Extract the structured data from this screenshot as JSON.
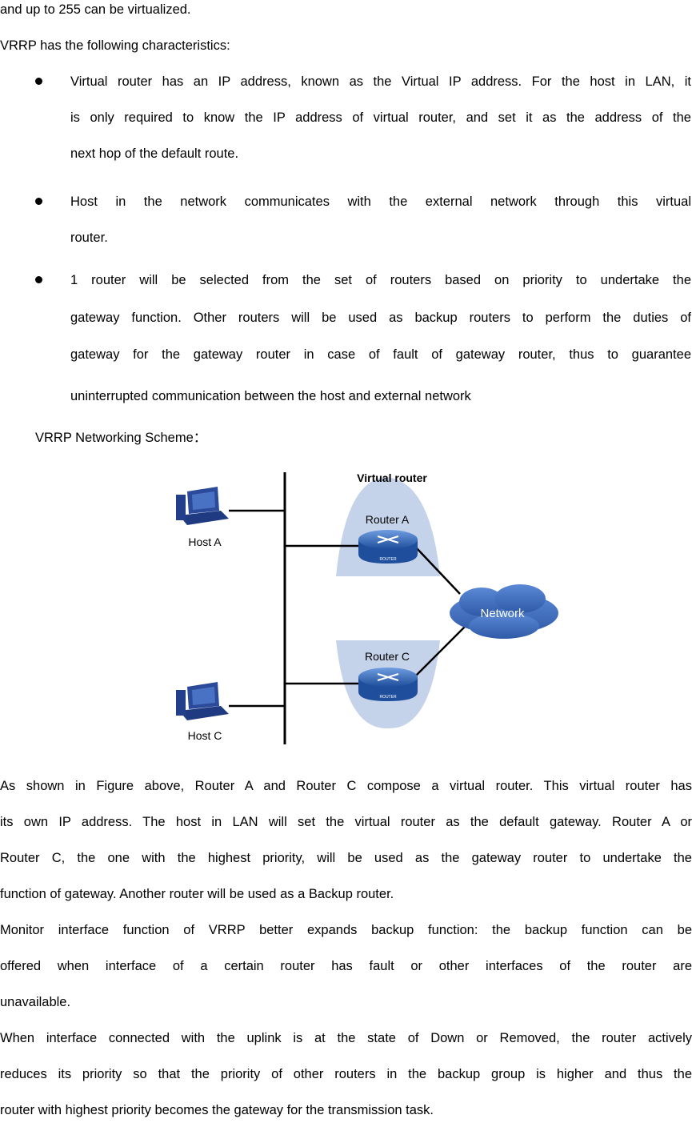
{
  "paragraphs": {
    "intro_tail": "and up to 255 can be virtualized.",
    "characteristics_title": "VRRP has the following characteristics:",
    "bullet1": [
      "Virtual router has an IP address, known as the Virtual IP address. For the host in LAN, it",
      "is only required to know the IP address of virtual router, and set it as the address of the",
      "next hop of the default route."
    ],
    "bullet2": [
      "Host in the network communicates with the external network through this virtual",
      "router."
    ],
    "bullet3": [
      "1 router will be selected from the set of routers based on priority to undertake the",
      "gateway function. Other routers will be used as backup routers to perform the duties of",
      "gateway for the gateway router in case of fault of gateway router, thus to guarantee",
      "uninterrupted communication between the host and external network"
    ],
    "scheme_title": "VRRP Networking Scheme：",
    "after1": [
      "As shown in Figure above, Router A and Router C compose a virtual router. This virtual router has",
      "its own IP address. The host in LAN will set the virtual router as the default gateway. Router A or",
      "Router C, the one with the highest priority, will be used as the gateway router to undertake the",
      "function of gateway. Another router will be used as a Backup router."
    ],
    "after2": [
      "Monitor interface function of VRRP better expands backup function: the backup function can be",
      "offered when interface of a certain router has fault or other interfaces of the router are",
      "unavailable."
    ],
    "after3": [
      "When interface connected with the uplink is at the state of Down or Removed, the router actively",
      "reduces its priority so that the priority of other routers in the backup group is higher and thus the",
      "router with highest priority becomes the gateway for the transmission task."
    ]
  },
  "diagram": {
    "title": "Virtual router",
    "router_a": "Router A",
    "router_c": "Router C",
    "host_a": "Host A",
    "host_c": "Host C",
    "network": "Network",
    "router_badge": "ROUTER",
    "colors": {
      "ellipse": "#c5d3ea",
      "router": "#2f65b5",
      "router_top": "#5a8dd6",
      "cloud": "#3f6fc2",
      "host": "#2c4a9a"
    }
  }
}
